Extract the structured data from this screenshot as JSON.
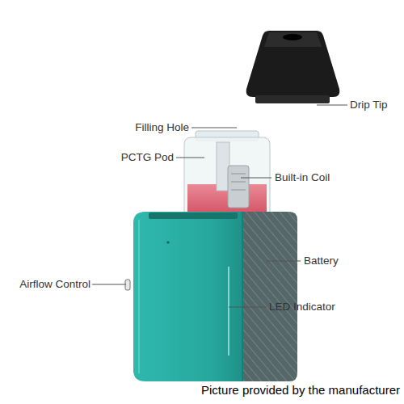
{
  "diagram": {
    "labels": [
      "Drip Tip",
      "Filling Hole",
      "PCTG Pod",
      "Built-in Coil",
      "Battery",
      "Airflow Control",
      "LED Indicator",
      "Picture provided by the manufacturer"
    ]
  }
}
